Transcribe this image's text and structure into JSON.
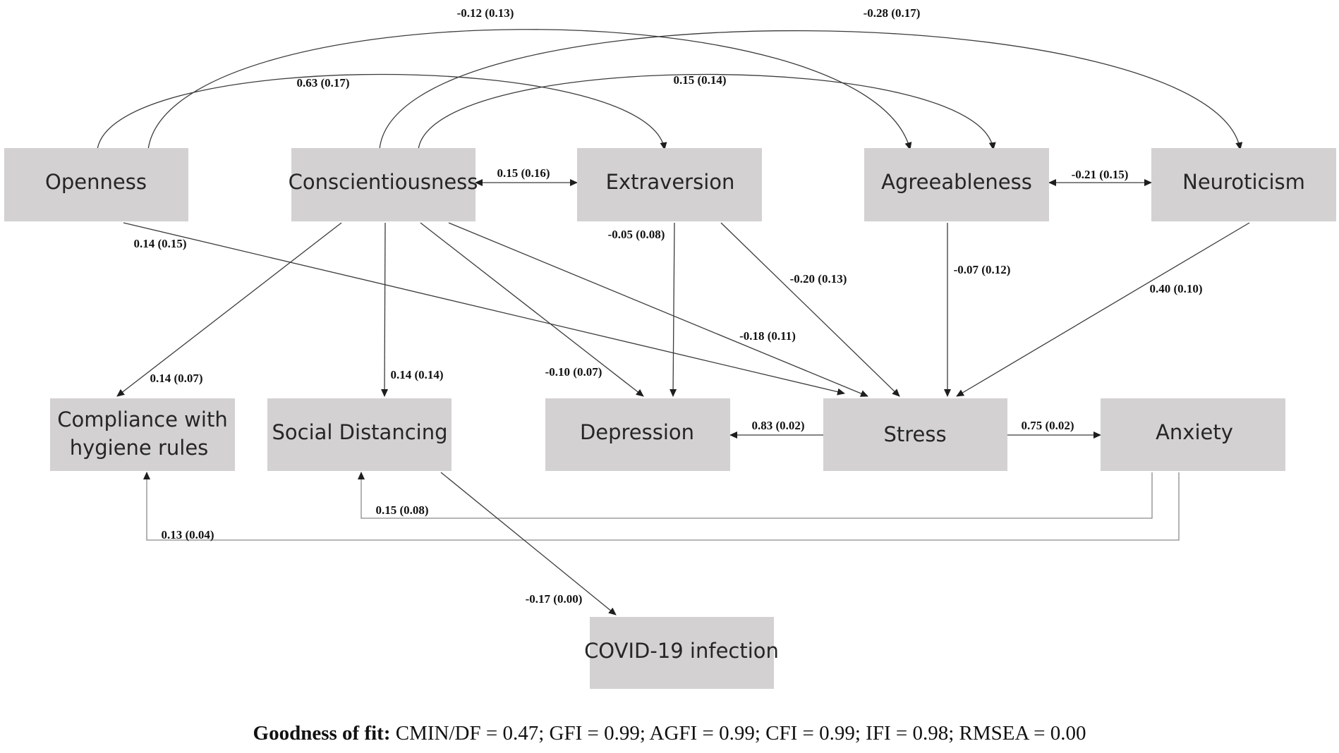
{
  "nodes": {
    "openness": "Openness",
    "conscientiousness": "Conscientiousness",
    "extraversion": "Extraversion",
    "agreeableness": "Agreeableness",
    "neuroticism": "Neuroticism",
    "compliance_line1": "Compliance with",
    "compliance_line2": "hygiene rules",
    "social_distancing": "Social Distancing",
    "depression": "Depression",
    "stress": "Stress",
    "anxiety": "Anxiety",
    "covid": "COVID-19 infection"
  },
  "coefficients": {
    "cons_agree_cov": "-0.12 (0.13)",
    "open_neuro_cov": "-0.28 (0.17)",
    "open_extra_cov": "0.63 (0.17)",
    "cons_agree_cov2": "0.15 (0.14)",
    "cons_extra_cov": "0.15 (0.16)",
    "agree_neuro_cov": "-0.21 (0.15)",
    "open_stress": "0.14 (0.15)",
    "extra_depression": "-0.05 (0.08)",
    "extra_stress": "-0.20 (0.13)",
    "agree_stress": "-0.07 (0.12)",
    "neuro_stress": "0.40 (0.10)",
    "cons_stress": "-0.18 (0.11)",
    "cons_compliance": "0.14 (0.07)",
    "cons_social": "0.14 (0.14)",
    "cons_depression": "-0.10 (0.07)",
    "stress_depression": "0.83 (0.02)",
    "stress_anxiety": "0.75 (0.02)",
    "anxiety_social": "0.15 (0.08)",
    "anxiety_compliance": "0.13 (0.04)",
    "social_covid": "-0.17 (0.00)"
  },
  "fit": {
    "label": "Goodness of fit:",
    "stats": " CMIN/DF = 0.47; GFI = 0.99; AGFI = 0.99; CFI = 0.99; IFI = 0.98; RMSEA = 0.00"
  },
  "colors": {
    "box": "#d3d1d1",
    "line": "#3b3b3b",
    "text": "#262626"
  }
}
